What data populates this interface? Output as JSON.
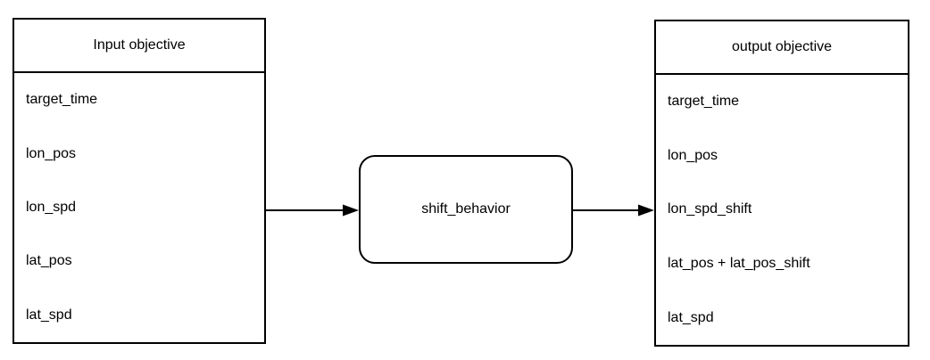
{
  "diagram": {
    "background_color": "#ffffff",
    "stroke_color": "#000000",
    "text_color": "#000000",
    "input_box": {
      "title": "Input objective",
      "items": [
        "target_time",
        "lon_pos",
        "lon_spd",
        "lat_pos",
        "lat_spd"
      ]
    },
    "process_box": {
      "label": "shift_behavior"
    },
    "output_box": {
      "title": "output objective",
      "items": [
        "target_time",
        "lon_pos",
        "lon_spd_shift",
        "lat_pos + lat_pos_shift",
        "lat_spd"
      ]
    }
  }
}
